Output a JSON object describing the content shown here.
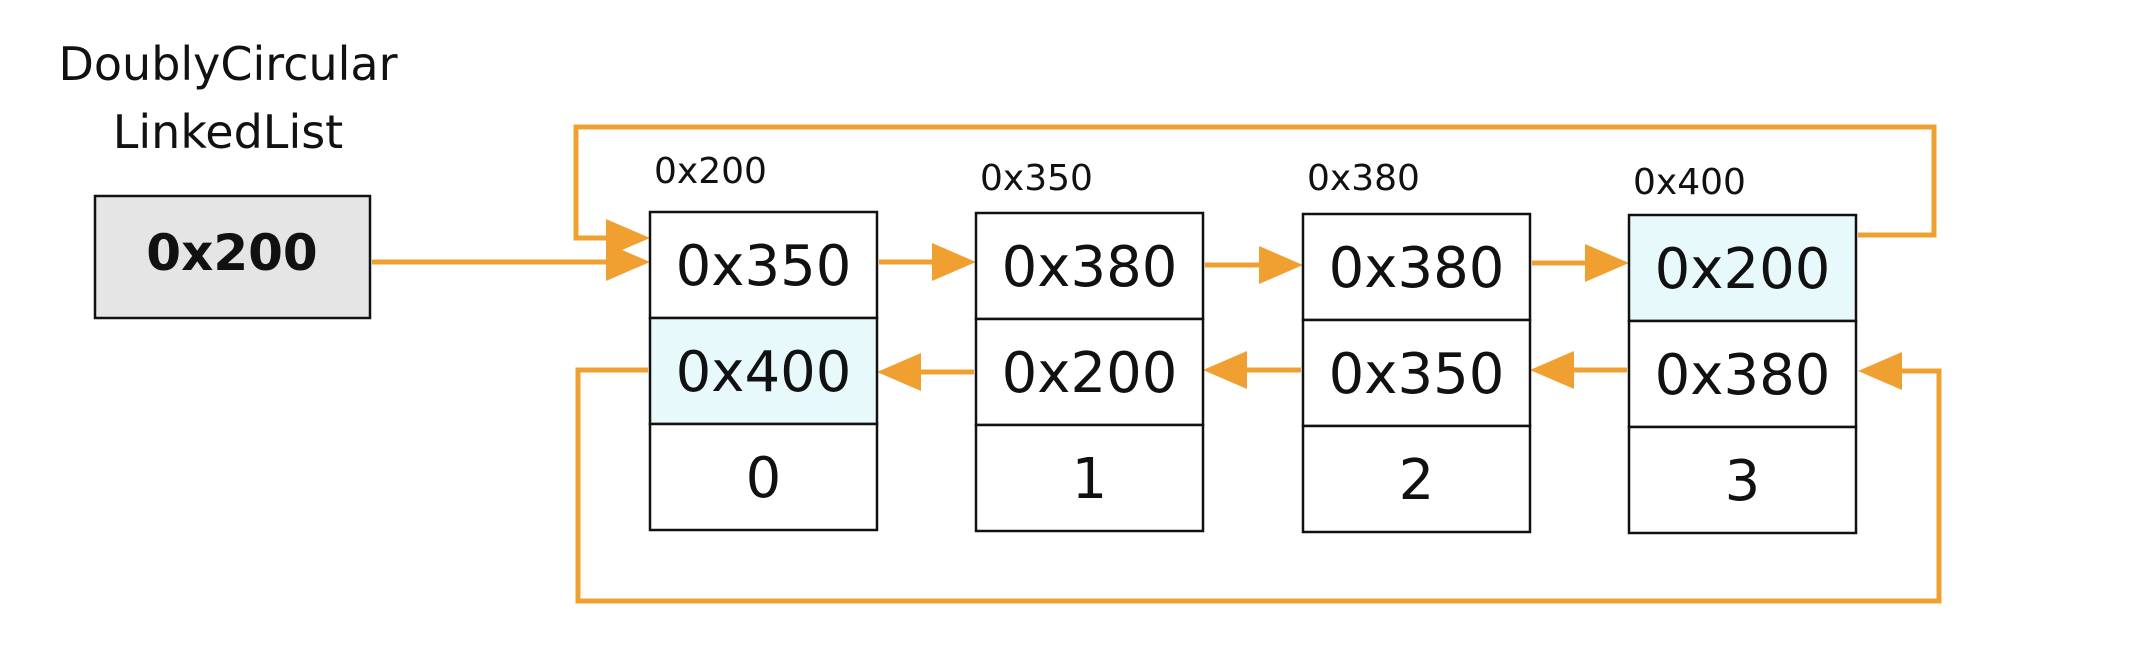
{
  "diagram": {
    "title_lines": [
      "DoublyCircular",
      "LinkedList"
    ],
    "head": {
      "value": "0x200",
      "fill": "#e5e5e5"
    },
    "colors": {
      "arrow": "#f0a030",
      "highlight": "#e8f9fc",
      "border": "#111111"
    },
    "nodes": [
      {
        "address": "0x200",
        "next": "0x350",
        "prev": "0x400",
        "value": "0",
        "next_highlight": false,
        "prev_highlight": true
      },
      {
        "address": "0x350",
        "next": "0x380",
        "prev": "0x200",
        "value": "1",
        "next_highlight": false,
        "prev_highlight": false
      },
      {
        "address": "0x380",
        "next": "0x380",
        "prev": "0x350",
        "value": "2",
        "next_highlight": false,
        "prev_highlight": false
      },
      {
        "address": "0x400",
        "next": "0x200",
        "prev": "0x380",
        "value": "3",
        "next_highlight": true,
        "prev_highlight": false
      }
    ]
  }
}
